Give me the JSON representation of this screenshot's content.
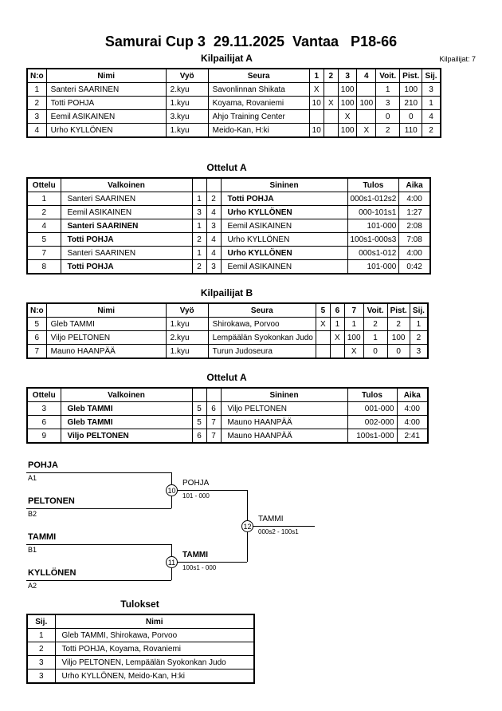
{
  "page": {
    "title": "Samurai Cup 3  29.11.2025  Vantaa   P18-66",
    "competitors_count": "Kilpailijat: 7"
  },
  "headings": {
    "pool_a": "Kilpailijat A",
    "matches_a": "Ottelut A",
    "pool_b": "Kilpailijat B",
    "matches_b": "Ottelut A",
    "results": "Tulokset"
  },
  "pool_a": {
    "headers": {
      "no": "N:o",
      "name": "Nimi",
      "belt": "Vyö",
      "club": "Seura",
      "r1": "1",
      "r2": "2",
      "r3": "3",
      "r4": "4",
      "wins": "Voit.",
      "points": "Pist.",
      "place": "Sij."
    },
    "rows": [
      {
        "no": "1",
        "name": "Santeri SAARINEN",
        "belt": "2.kyu",
        "club": "Savonlinnan Shikata",
        "r1": "X",
        "r2": "",
        "r3": "100",
        "r4": "",
        "wins": "1",
        "points": "100",
        "place": "3"
      },
      {
        "no": "2",
        "name": "Totti POHJA",
        "belt": "1.kyu",
        "club": "Koyama, Rovaniemi",
        "r1": "10",
        "r2": "X",
        "r3": "100",
        "r4": "100",
        "wins": "3",
        "points": "210",
        "place": "1"
      },
      {
        "no": "3",
        "name": "Eemil ASIKAINEN",
        "belt": "3.kyu",
        "club": "Ahjo Training Center",
        "r1": "",
        "r2": "",
        "r3": "X",
        "r4": "",
        "wins": "0",
        "points": "0",
        "place": "4"
      },
      {
        "no": "4",
        "name": "Urho KYLLÖNEN",
        "belt": "1.kyu",
        "club": "Meido-Kan, H:ki",
        "r1": "10",
        "r2": "",
        "r3": "100",
        "r4": "X",
        "wins": "2",
        "points": "110",
        "place": "2"
      }
    ]
  },
  "matches_a": {
    "headers": {
      "match": "Ottelu",
      "white": "Valkoinen",
      "blue": "Sininen",
      "result": "Tulos",
      "time": "Aika"
    },
    "rows": [
      {
        "match": "1",
        "white": "Santeri SAARINEN",
        "wno": "1",
        "bno": "2",
        "blue": "Totti POHJA",
        "result": "000s1-012s2",
        "time": "4:00"
      },
      {
        "match": "2",
        "white": "Eemil ASIKAINEN",
        "wno": "3",
        "bno": "4",
        "blue": "Urho KYLLÖNEN",
        "result": "000-101s1",
        "time": "1:27"
      },
      {
        "match": "4",
        "white": "Santeri SAARINEN",
        "wno": "1",
        "bno": "3",
        "blue": "Eemil ASIKAINEN",
        "result": "101-000",
        "time": "2:08"
      },
      {
        "match": "5",
        "white": "Totti POHJA",
        "wno": "2",
        "bno": "4",
        "blue": "Urho KYLLÖNEN",
        "result": "100s1-000s3",
        "time": "7:08"
      },
      {
        "match": "7",
        "white": "Santeri SAARINEN",
        "wno": "1",
        "bno": "4",
        "blue": "Urho KYLLÖNEN",
        "result": "000s1-012",
        "time": "4:00"
      },
      {
        "match": "8",
        "white": "Totti POHJA",
        "wno": "2",
        "bno": "3",
        "blue": "Eemil ASIKAINEN",
        "result": "101-000",
        "time": "0:42"
      }
    ]
  },
  "pool_b": {
    "headers": {
      "no": "N:o",
      "name": "Nimi",
      "belt": "Vyö",
      "club": "Seura",
      "r5": "5",
      "r6": "6",
      "r7": "7",
      "wins": "Voit.",
      "points": "Pist.",
      "place": "Sij."
    },
    "rows": [
      {
        "no": "5",
        "name": "Gleb TAMMI",
        "belt": "1.kyu",
        "club": "Shirokawa, Porvoo",
        "r5": "X",
        "r6": "1",
        "r7": "1",
        "wins": "2",
        "points": "2",
        "place": "1"
      },
      {
        "no": "6",
        "name": "Viljo PELTONEN",
        "belt": "2.kyu",
        "club": "Lempäälän Syokonkan Judo",
        "r5": "",
        "r6": "X",
        "r7": "100",
        "wins": "1",
        "points": "100",
        "place": "2"
      },
      {
        "no": "7",
        "name": "Mauno HAANPÄÄ",
        "belt": "1.kyu",
        "club": "Turun Judoseura",
        "r5": "",
        "r6": "",
        "r7": "X",
        "wins": "0",
        "points": "0",
        "place": "3"
      }
    ]
  },
  "matches_b": {
    "headers": {
      "match": "Ottelu",
      "white": "Valkoinen",
      "blue": "Sininen",
      "result": "Tulos",
      "time": "Aika"
    },
    "rows": [
      {
        "match": "3",
        "white": "Gleb TAMMI",
        "wno": "5",
        "bno": "6",
        "blue": "Viljo PELTONEN",
        "result": "001-000",
        "time": "4:00"
      },
      {
        "match": "6",
        "white": "Gleb TAMMI",
        "wno": "5",
        "bno": "7",
        "blue": "Mauno HAANPÄÄ",
        "result": "002-000",
        "time": "4:00"
      },
      {
        "match": "9",
        "white": "Viljo PELTONEN",
        "wno": "6",
        "bno": "7",
        "blue": "Mauno HAANPÄÄ",
        "result": "100s1-000",
        "time": "2:41"
      }
    ]
  },
  "bracket": {
    "semi1": {
      "top_name": "POHJA",
      "top_seed": "A1",
      "bottom_name": "PELTONEN",
      "bottom_seed": "B2",
      "match_no": "10",
      "winner": "POHJA",
      "score": "101 - 000"
    },
    "semi2": {
      "top_name": "TAMMI",
      "top_seed": "B1",
      "bottom_name": "KYLLÖNEN",
      "bottom_seed": "A2",
      "match_no": "11",
      "winner": "TAMMI",
      "score": "100s1 - 000"
    },
    "final": {
      "match_no": "12",
      "winner": "TAMMI",
      "score": "000s2 - 100s1"
    }
  },
  "results": {
    "headers": {
      "place": "Sij.",
      "name": "Nimi"
    },
    "rows": [
      {
        "place": "1",
        "name": "Gleb TAMMI, Shirokawa, Porvoo"
      },
      {
        "place": "2",
        "name": "Totti POHJA, Koyama, Rovaniemi"
      },
      {
        "place": "3",
        "name": "Viljo PELTONEN, Lempäälän Syokonkan Judo"
      },
      {
        "place": "3",
        "name": "Urho KYLLÖNEN, Meido-Kan, H:ki"
      }
    ]
  }
}
